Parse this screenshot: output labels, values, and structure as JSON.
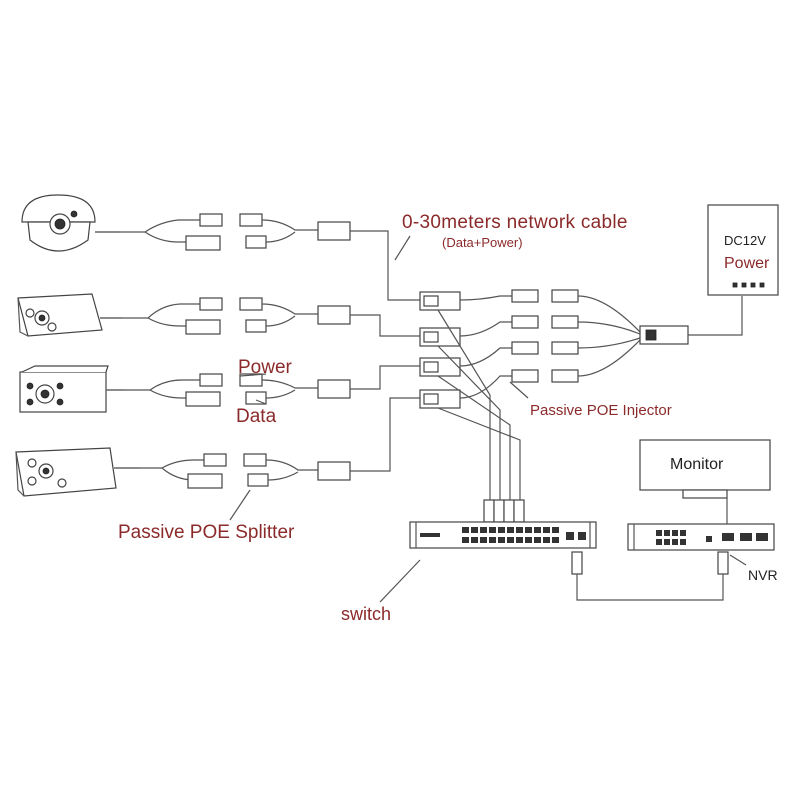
{
  "labels": {
    "network_cable": "0-30meters network cable",
    "network_cable_sub": "(Data+Power)",
    "power": "Power",
    "data": "Data",
    "passive_poe_injector": "Passive POE Injector",
    "passive_poe_splitter": "Passive POE Splitter",
    "switch": "switch",
    "nvr": "NVR",
    "dc_voltage": "DC12V",
    "power_supply": "Power",
    "monitor": "Monitor"
  },
  "cameras": [
    {
      "type": "dome-camera-icon"
    },
    {
      "type": "bullet-camera-icon"
    },
    {
      "type": "box-camera-icon"
    },
    {
      "type": "bullet-camera-icon"
    }
  ],
  "colors": {
    "label_red": "#8b2a2a",
    "line": "#555555"
  }
}
